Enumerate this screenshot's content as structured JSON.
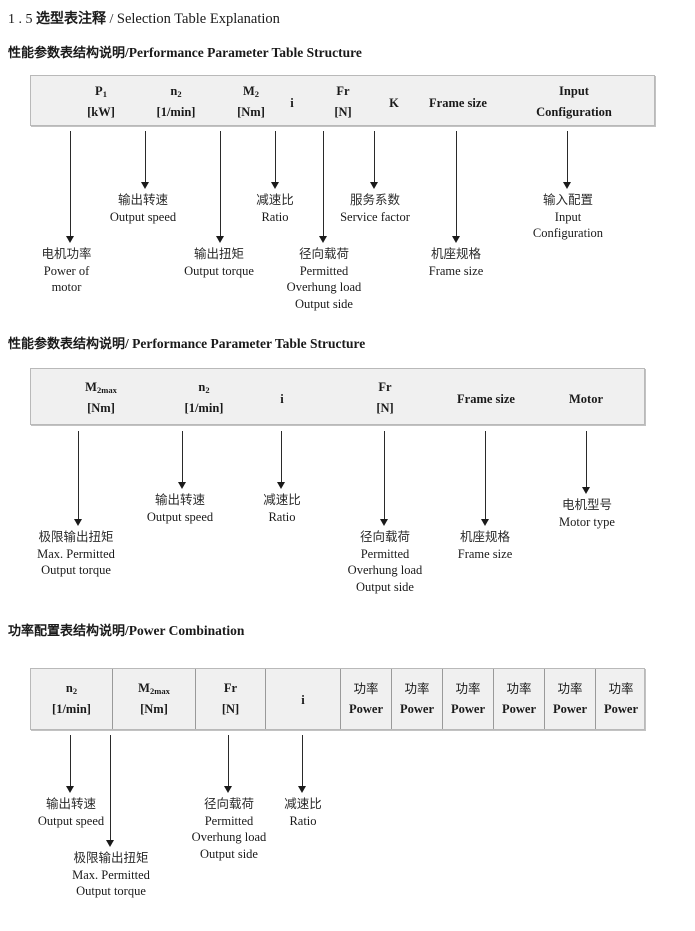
{
  "document": {
    "section_number": "1 . 5",
    "title_cn": "选型表注释",
    "separator": "/",
    "title_en": "Selection Table Explanation"
  },
  "sections": [
    {
      "heading_cn": "性能参数表结构说明",
      "heading_sep": "/",
      "heading_en": "Performance Parameter Table Structure",
      "table": {
        "columns": [
          {
            "symbol": "P",
            "sub": "1",
            "unit": "[kW]"
          },
          {
            "symbol": "n",
            "sub": "2",
            "unit": "[1/min]"
          },
          {
            "symbol": "M",
            "sub": "2",
            "unit": "[Nm]"
          },
          {
            "symbol": "i",
            "sub": "",
            "unit": ""
          },
          {
            "symbol": "Fr",
            "sub": "",
            "unit": "[N]"
          },
          {
            "symbol": "K",
            "sub": "",
            "unit": ""
          },
          {
            "symbol": "Frame size",
            "sub": "",
            "unit": ""
          },
          {
            "symbol": "Input",
            "sub": "",
            "unit": "Configuration"
          }
        ],
        "callouts": [
          {
            "cn": "电机功率",
            "en": [
              "Power of",
              "motor"
            ]
          },
          {
            "cn": "输出转速",
            "en": [
              "Output speed"
            ]
          },
          {
            "cn": "输出扭矩",
            "en": [
              "Output torque"
            ]
          },
          {
            "cn": "减速比",
            "en": [
              "Ratio"
            ]
          },
          {
            "cn": "径向载荷",
            "en": [
              "Permitted",
              "Overhung load",
              "Output side"
            ]
          },
          {
            "cn": "服务系数",
            "en": [
              "Service factor"
            ]
          },
          {
            "cn": "机座规格",
            "en": [
              "Frame size"
            ]
          },
          {
            "cn": "输入配置",
            "en": [
              "Input",
              "Configuration"
            ]
          }
        ]
      }
    },
    {
      "heading_cn": "性能参数表结构说明",
      "heading_sep": "/",
      "heading_en": "Performance Parameter Table Structure",
      "table": {
        "columns": [
          {
            "symbol": "M",
            "sub": "2max",
            "unit": "[Nm]"
          },
          {
            "symbol": "n",
            "sub": "2",
            "unit": "[1/min]"
          },
          {
            "symbol": "i",
            "sub": "",
            "unit": ""
          },
          {
            "symbol": "Fr",
            "sub": "",
            "unit": "[N]"
          },
          {
            "symbol": "Frame size",
            "sub": "",
            "unit": ""
          },
          {
            "symbol": "Motor",
            "sub": "",
            "unit": ""
          }
        ],
        "callouts": [
          {
            "cn": "极限输出扭矩",
            "en": [
              "Max. Permitted",
              "Output  torque"
            ]
          },
          {
            "cn": "输出转速",
            "en": [
              "Output speed"
            ]
          },
          {
            "cn": "减速比",
            "en": [
              "Ratio"
            ]
          },
          {
            "cn": "径向载荷",
            "en": [
              "Permitted",
              "Overhung load",
              "Output side"
            ]
          },
          {
            "cn": "机座规格",
            "en": [
              "Frame size"
            ]
          },
          {
            "cn": "电机型号",
            "en": [
              "Motor type"
            ]
          }
        ]
      }
    },
    {
      "heading_cn": "功率配置表结构说明",
      "heading_sep": "/",
      "heading_en": "Power Combination",
      "table": {
        "columns": [
          {
            "symbol": "n",
            "sub": "2",
            "unit": "[1/min]"
          },
          {
            "symbol": "M",
            "sub": "2max",
            "unit": "[Nm]"
          },
          {
            "symbol": "Fr",
            "sub": "",
            "unit": "[N]"
          },
          {
            "symbol": "i",
            "sub": "",
            "unit": ""
          },
          {
            "symbol": "功率",
            "sub": "",
            "unit": "Power"
          },
          {
            "symbol": "功率",
            "sub": "",
            "unit": "Power"
          },
          {
            "symbol": "功率",
            "sub": "",
            "unit": "Power"
          },
          {
            "symbol": "功率",
            "sub": "",
            "unit": "Power"
          },
          {
            "symbol": "功率",
            "sub": "",
            "unit": "Power"
          },
          {
            "symbol": "功率",
            "sub": "",
            "unit": "Power"
          }
        ],
        "callouts": [
          {
            "cn": "输出转速",
            "en": [
              "Output speed"
            ]
          },
          {
            "cn": "极限输出扭矩",
            "en": [
              "Max. Permitted",
              "Output  torque"
            ]
          },
          {
            "cn": "径向载荷",
            "en": [
              "Permitted",
              "Overhung load",
              "Output side"
            ]
          },
          {
            "cn": "减速比",
            "en": [
              "Ratio"
            ]
          }
        ]
      }
    }
  ]
}
